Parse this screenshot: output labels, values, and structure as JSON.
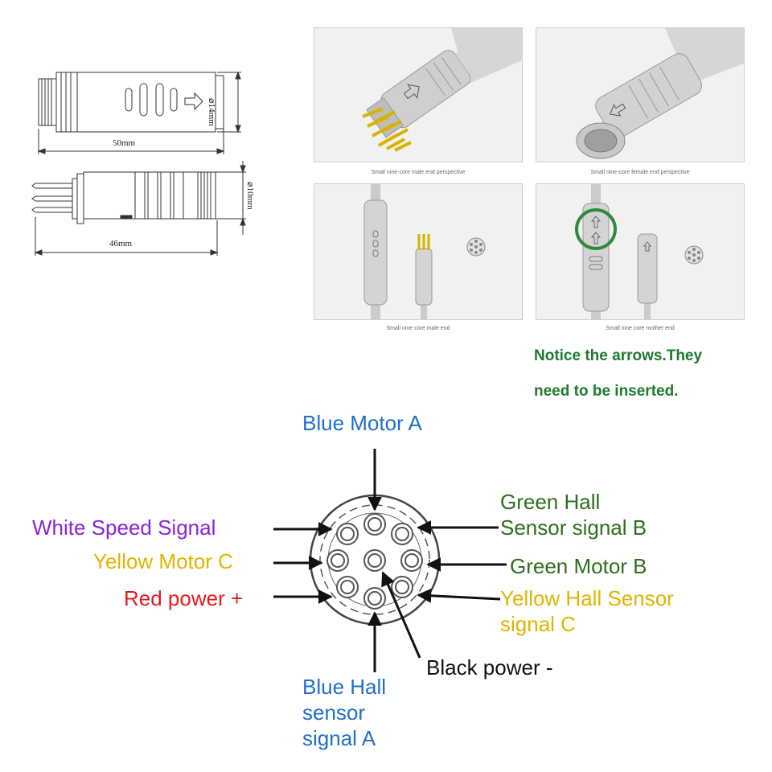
{
  "drawing": {
    "length_top": "50mm",
    "diameter_top": "⌀14mm",
    "length_bottom": "46mm",
    "diameter_bottom": "⌀10mm"
  },
  "photos": {
    "male_perspective_caption": "Small nine-core male end perspective",
    "female_perspective_caption": "Small nine-core female end perspective",
    "male_end_caption": "Small nine core male end",
    "mother_end_caption": "Small nine core mother end"
  },
  "note": {
    "line1": "Notice the arrows.They",
    "line2": "need to be inserted."
  },
  "pinout": {
    "blue_motor_a": "Blue Motor A",
    "green_hall_b_line1": "Green Hall",
    "green_hall_b_line2": "Sensor signal B",
    "white_speed": "White Speed Signal",
    "yellow_motor_c": "Yellow Motor C",
    "green_motor_b": "Green Motor B",
    "red_power": "Red power +",
    "yellow_hall_c_line1": "Yellow Hall Sensor",
    "yellow_hall_c_line2": "signal C",
    "black_power": "Black power -",
    "blue_hall_a_line1": "Blue Hall",
    "blue_hall_a_line2": "sensor",
    "blue_hall_a_line3": "signal A"
  },
  "colors": {
    "blue": "#1f6fc8",
    "green": "#2f6e1e",
    "purple": "#8a23d6",
    "yellow": "#e0b400",
    "red": "#e31b1b",
    "black": "#111111",
    "note_green": "#1e7a2e"
  }
}
